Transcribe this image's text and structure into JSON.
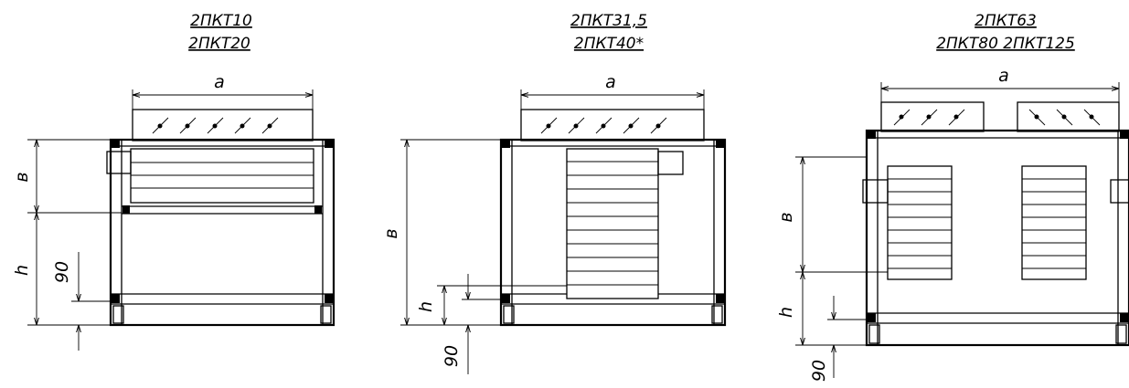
{
  "drawings": [
    {
      "title_lines": [
        "2ПКТ10",
        "2ПКТ20"
      ],
      "dim_width": "a",
      "dim_height_top": "в",
      "dim_height_bottom": "h",
      "dim_offset": "90"
    },
    {
      "title_lines": [
        "2ПКТ31,5",
        "2ПКТ40*"
      ],
      "dim_width": "a",
      "dim_height_top": "в",
      "dim_height_bottom": "h",
      "dim_offset": "90"
    },
    {
      "title_lines": [
        "2ПКТ63",
        "2ПКТ80 2ПКТ125"
      ],
      "dim_width": "a",
      "dim_height_top": "в",
      "dim_height_bottom": "h",
      "dim_offset": "90"
    }
  ]
}
